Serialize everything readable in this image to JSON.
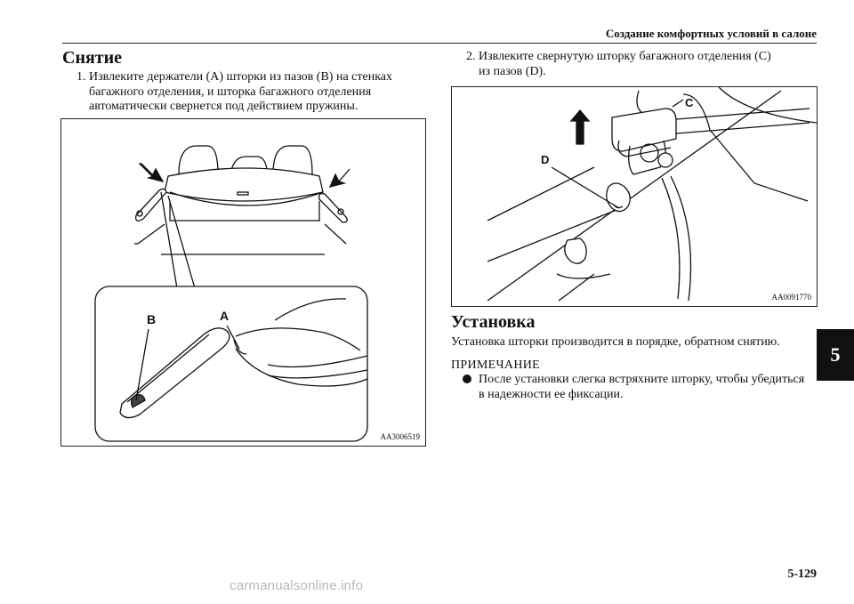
{
  "header": {
    "title": "Создание комфортных условий в салоне"
  },
  "removal": {
    "heading": "Снятие",
    "step1": {
      "number": "1.",
      "lines": [
        "Извлеките держатели (A) шторки из пазов (B) на стенках",
        "багажного отделения, и шторка багажного отделения",
        "автоматически свернется под действием пружины."
      ]
    },
    "figure1": {
      "code": "AA3006519",
      "label_b": "B",
      "label_a": "A"
    },
    "step2": {
      "number": "2.",
      "lines": [
        "Извлеките свернутую шторку багажного отделения (C)",
        "из пазов (D)."
      ]
    },
    "figure2": {
      "code": "AA0091770",
      "label_c": "C",
      "label_d": "D"
    }
  },
  "installation": {
    "heading": "Установка",
    "text": "Установка шторки производится в порядке, обратном снятию."
  },
  "note": {
    "heading": "ПРИМЕЧАНИЕ",
    "lines": [
      "После установки слегка встряхните шторку, чтобы убедиться",
      "в надежности ее фиксации."
    ]
  },
  "chapter_tab": "5",
  "page_number": "5-129",
  "watermark": "carmanualsonline.info"
}
